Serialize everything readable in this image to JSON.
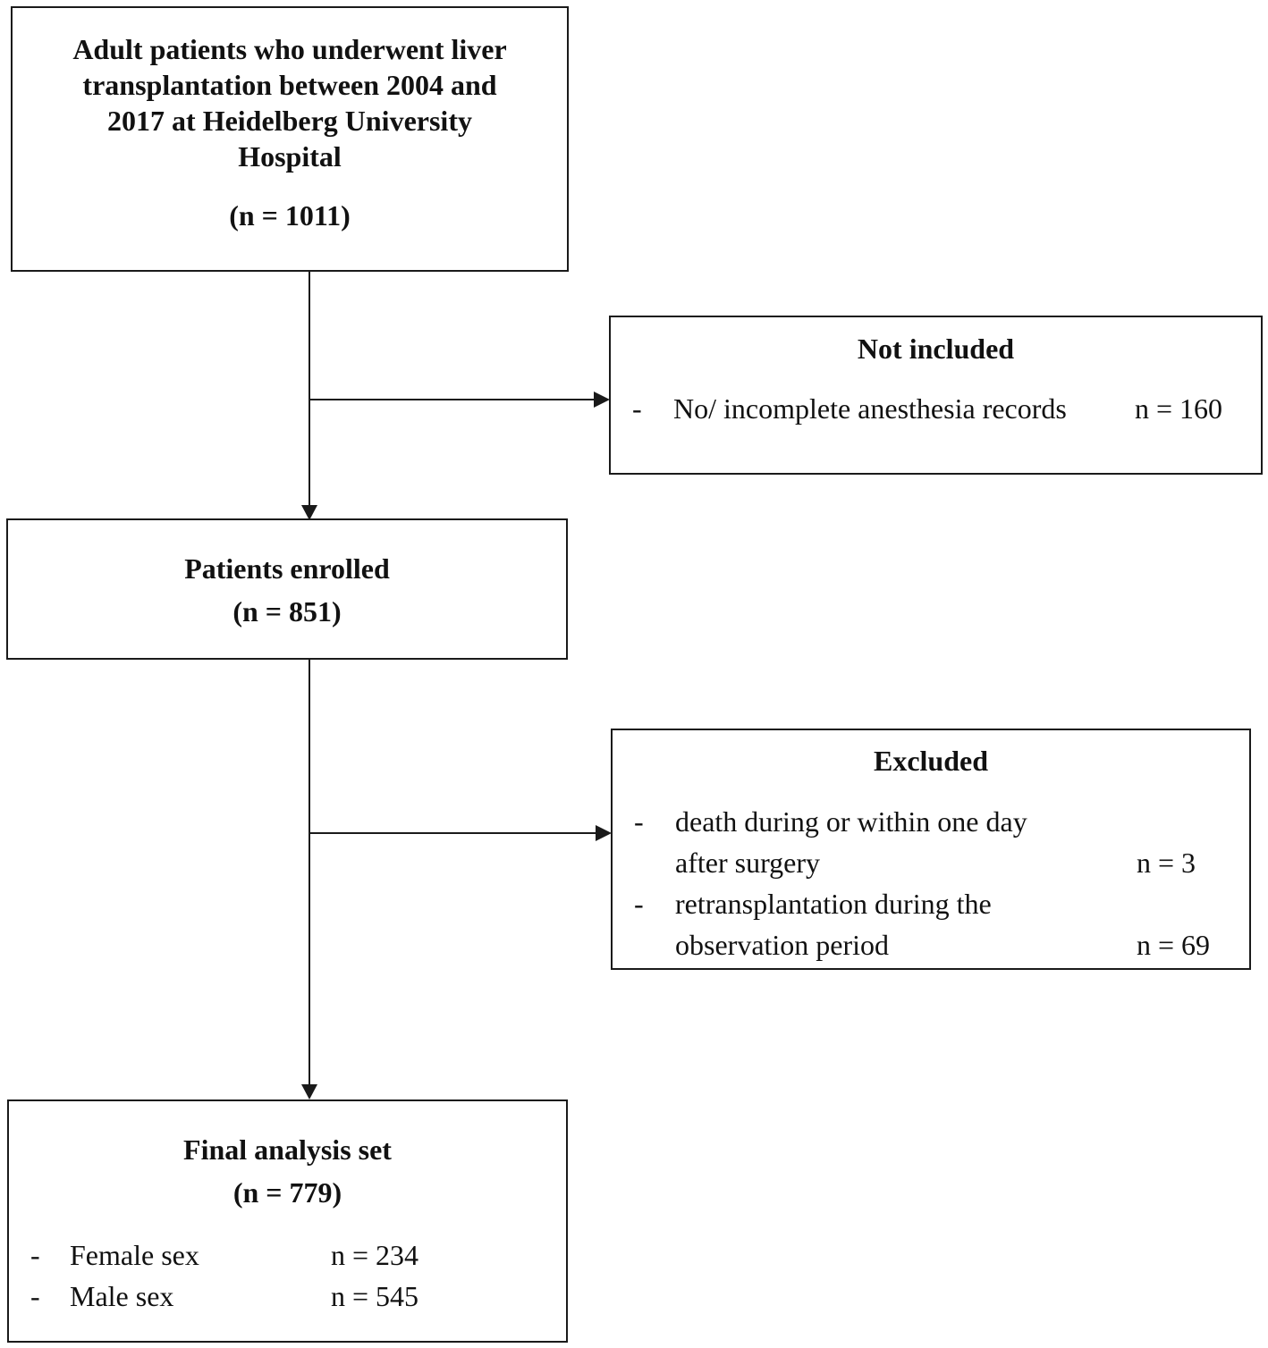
{
  "source_box": {
    "title_lines": [
      "Adult patients who underwent liver",
      "transplantation between 2004 and",
      "2017 at Heidelberg University",
      "Hospital"
    ],
    "count": "(n = 1011)"
  },
  "not_included_box": {
    "heading": "Not included",
    "items": [
      {
        "bullet": "-",
        "label": "No/ incomplete anesthesia records",
        "count": "n = 160"
      }
    ]
  },
  "enrolled_box": {
    "title": "Patients enrolled",
    "count": "(n = 851)"
  },
  "excluded_box": {
    "heading": "Excluded",
    "items": [
      {
        "bullet": "-",
        "label_lines": [
          "death during or within one day",
          "after surgery"
        ],
        "count": "n = 3"
      },
      {
        "bullet": "-",
        "label_lines": [
          "retransplantation during the",
          "observation period"
        ],
        "count": "n = 69"
      }
    ]
  },
  "final_box": {
    "title": "Final analysis set",
    "count": "(n = 779)",
    "items": [
      {
        "bullet": "-",
        "label": "Female sex",
        "count": "n = 234"
      },
      {
        "bullet": "-",
        "label": "Male sex",
        "count": "n = 545"
      }
    ]
  },
  "colors": {
    "line": "#1a1a1a",
    "text": "#111111",
    "background": "#ffffff"
  }
}
